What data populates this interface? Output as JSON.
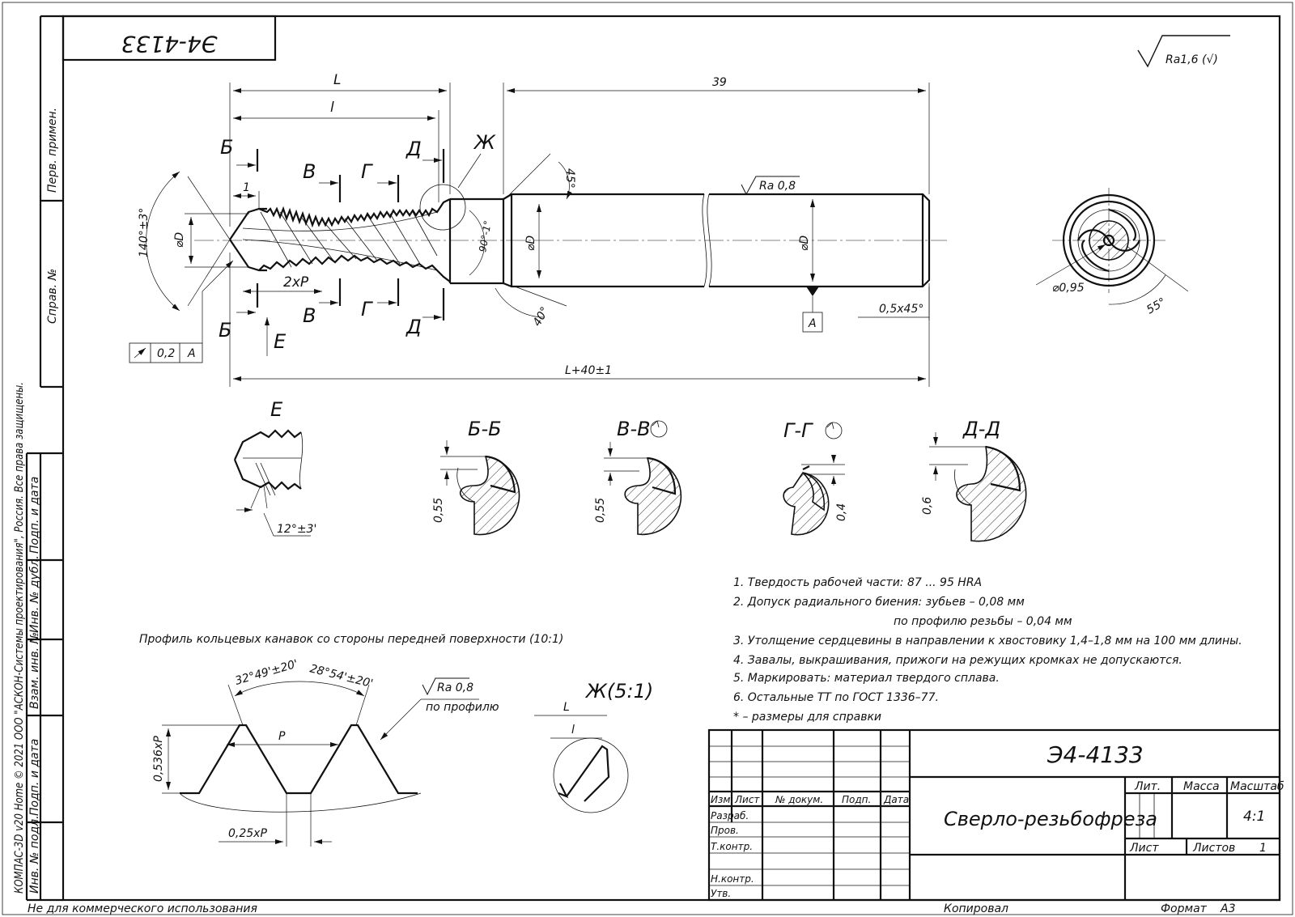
{
  "stamp": {
    "designation": "Э4-4133",
    "title": "Сверло-резьбофреза",
    "scale": "4:1",
    "sheets_label": "Листов",
    "sheets": "1",
    "sheet_label": "Лист",
    "lit_label": "Лит.",
    "mass_label": "Масса",
    "scale_label": "Масштаб",
    "col_izm": "Изм.",
    "col_list": "Лист",
    "col_doc": "№ докум.",
    "col_sign": "Подп.",
    "col_date": "Дата",
    "row_razrab": "Разраб.",
    "row_prov": "Пров.",
    "row_tkontr": "Т.контр.",
    "row_nkontr": "Н.контр.",
    "row_utv": "Утв."
  },
  "corner_designation": "Э4-4133",
  "side_labels": {
    "perv_primen": "Перв. примен.",
    "sprav_no": "Справ. №",
    "podp_data_1": "Подп. и дата",
    "inv_dubl": "Инв. № дубл.",
    "vzam_inv": "Взам. инв. №",
    "podp_data_2": "Подп. и дата",
    "inv_podl": "Инв. № подл.",
    "copyright": "КОМПАС-3D v20 Home © 2021 ООО \"АСКОН-Системы проектирования\", Россия. Все права защищены."
  },
  "footer": {
    "noncommercial": "Не для коммерческого использования",
    "copied": "Копировал",
    "format_label": "Формат",
    "format": "A3"
  },
  "roughness": {
    "general": "Ra1,6 (√)",
    "shank": "Ra 0,8",
    "profile": "Ra 0,8",
    "profile_note": "по профилю"
  },
  "dimensions": {
    "L_top": "L",
    "L_second": "l",
    "shank_len": "39",
    "total_len": "L+40±1",
    "chamfer_angle": "45°",
    "tip_angle": "140°±3°",
    "diam_d": "⌀D",
    "step_1": "1",
    "two_p": "2xP",
    "angle_90": "90°-1°",
    "angle_40": "40°",
    "chamfer_05": "0,5x45°",
    "runout_val": "0,2",
    "runout_base": "A",
    "datum": "A",
    "diam_095": "⌀0,95",
    "angle_55": "55°",
    "angle_12": "12°±3'"
  },
  "sections": {
    "b": "Б",
    "v": "В",
    "g": "Г",
    "d": "Д",
    "zh": "Ж",
    "e": "Е",
    "bb": "Б-Б",
    "vv": "В-В",
    "gg": "Г-Г",
    "dd": "Д-Д",
    "zh_detail": "Ж(5:1)",
    "bb_dim": "0,55",
    "vv_dim": "0,55",
    "gg_dim": "0,4",
    "dd_dim": "0,6"
  },
  "profile": {
    "caption": "Профиль кольцевых канавок со стороны передней поверхности (10:1)",
    "angle_left": "32°49'±20'",
    "angle_right": "28°54'±20'",
    "pitch": "P",
    "height": "0,536xP",
    "bottom": "0,25xP"
  },
  "notes": [
    "1. Твердость рабочей части: 87 ... 95 HRA",
    "2. Допуск радиального биения: зубьев – 0,08 мм",
    "по профилю резьбы – 0,04 мм",
    "3. Утолщение сердцевины в направлении к хвостовику 1,4–1,8 мм на 100 мм длины.",
    "4. Завалы, выкрашивания, прижоги на режущих кромках не допускаются.",
    "5. Маркировать: материал твердого сплава.",
    "6. Остальные ТТ по ГОСТ 1336–77.",
    "* – размеры для справки"
  ]
}
